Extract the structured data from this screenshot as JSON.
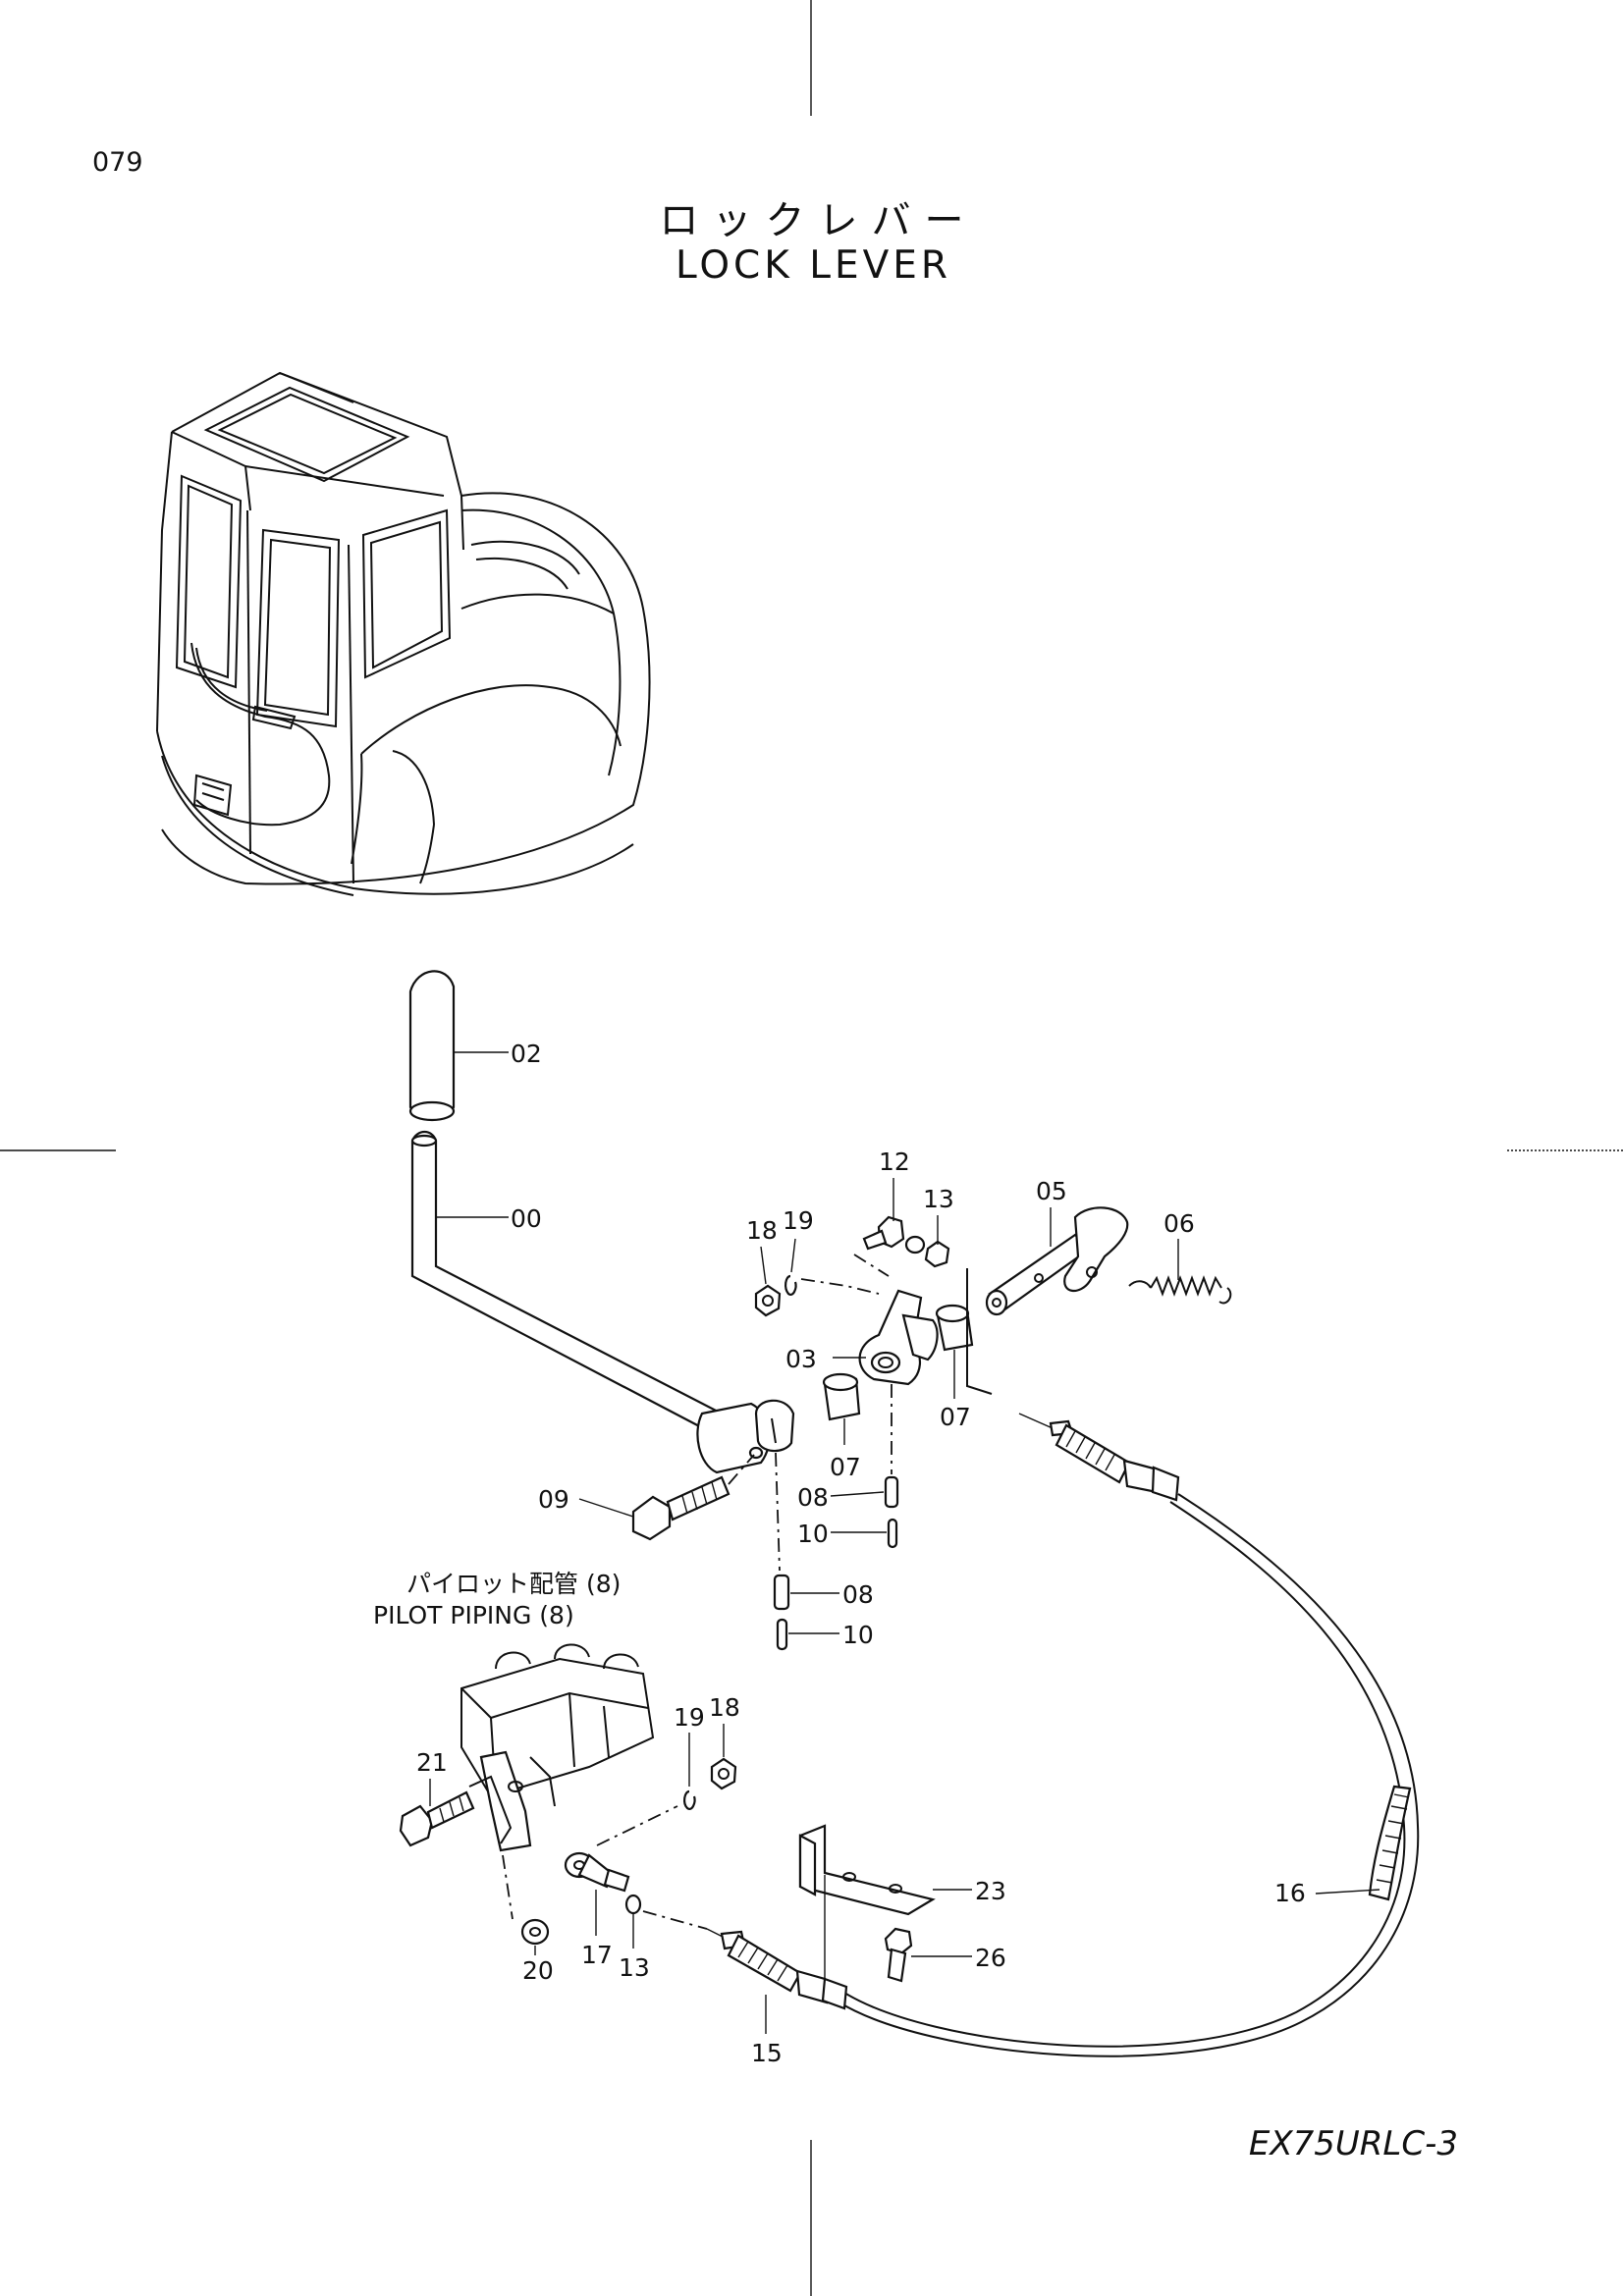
{
  "page_number": "079",
  "title_ja": "ロックレバー",
  "title_en": "LOCK LEVER",
  "model_code": "EX75URLC-3",
  "subassembly": {
    "label_ja": "パイロット配管 (8)",
    "label_en": "PILOT PIPING (8)"
  },
  "callouts": {
    "c02": "02",
    "c00": "00",
    "c12": "12",
    "c13a": "13",
    "c05": "05",
    "c06": "06",
    "c18a": "18",
    "c19a": "19",
    "c03": "03",
    "c07a": "07",
    "c07b": "07",
    "c08a": "08",
    "c10a": "10",
    "c09": "09",
    "c08b": "08",
    "c10b": "10",
    "c18b": "18",
    "c19b": "19",
    "c21": "21",
    "c23": "23",
    "c16": "16",
    "c26": "26",
    "c20": "20",
    "c17": "17",
    "c13b": "13",
    "c15": "15"
  }
}
